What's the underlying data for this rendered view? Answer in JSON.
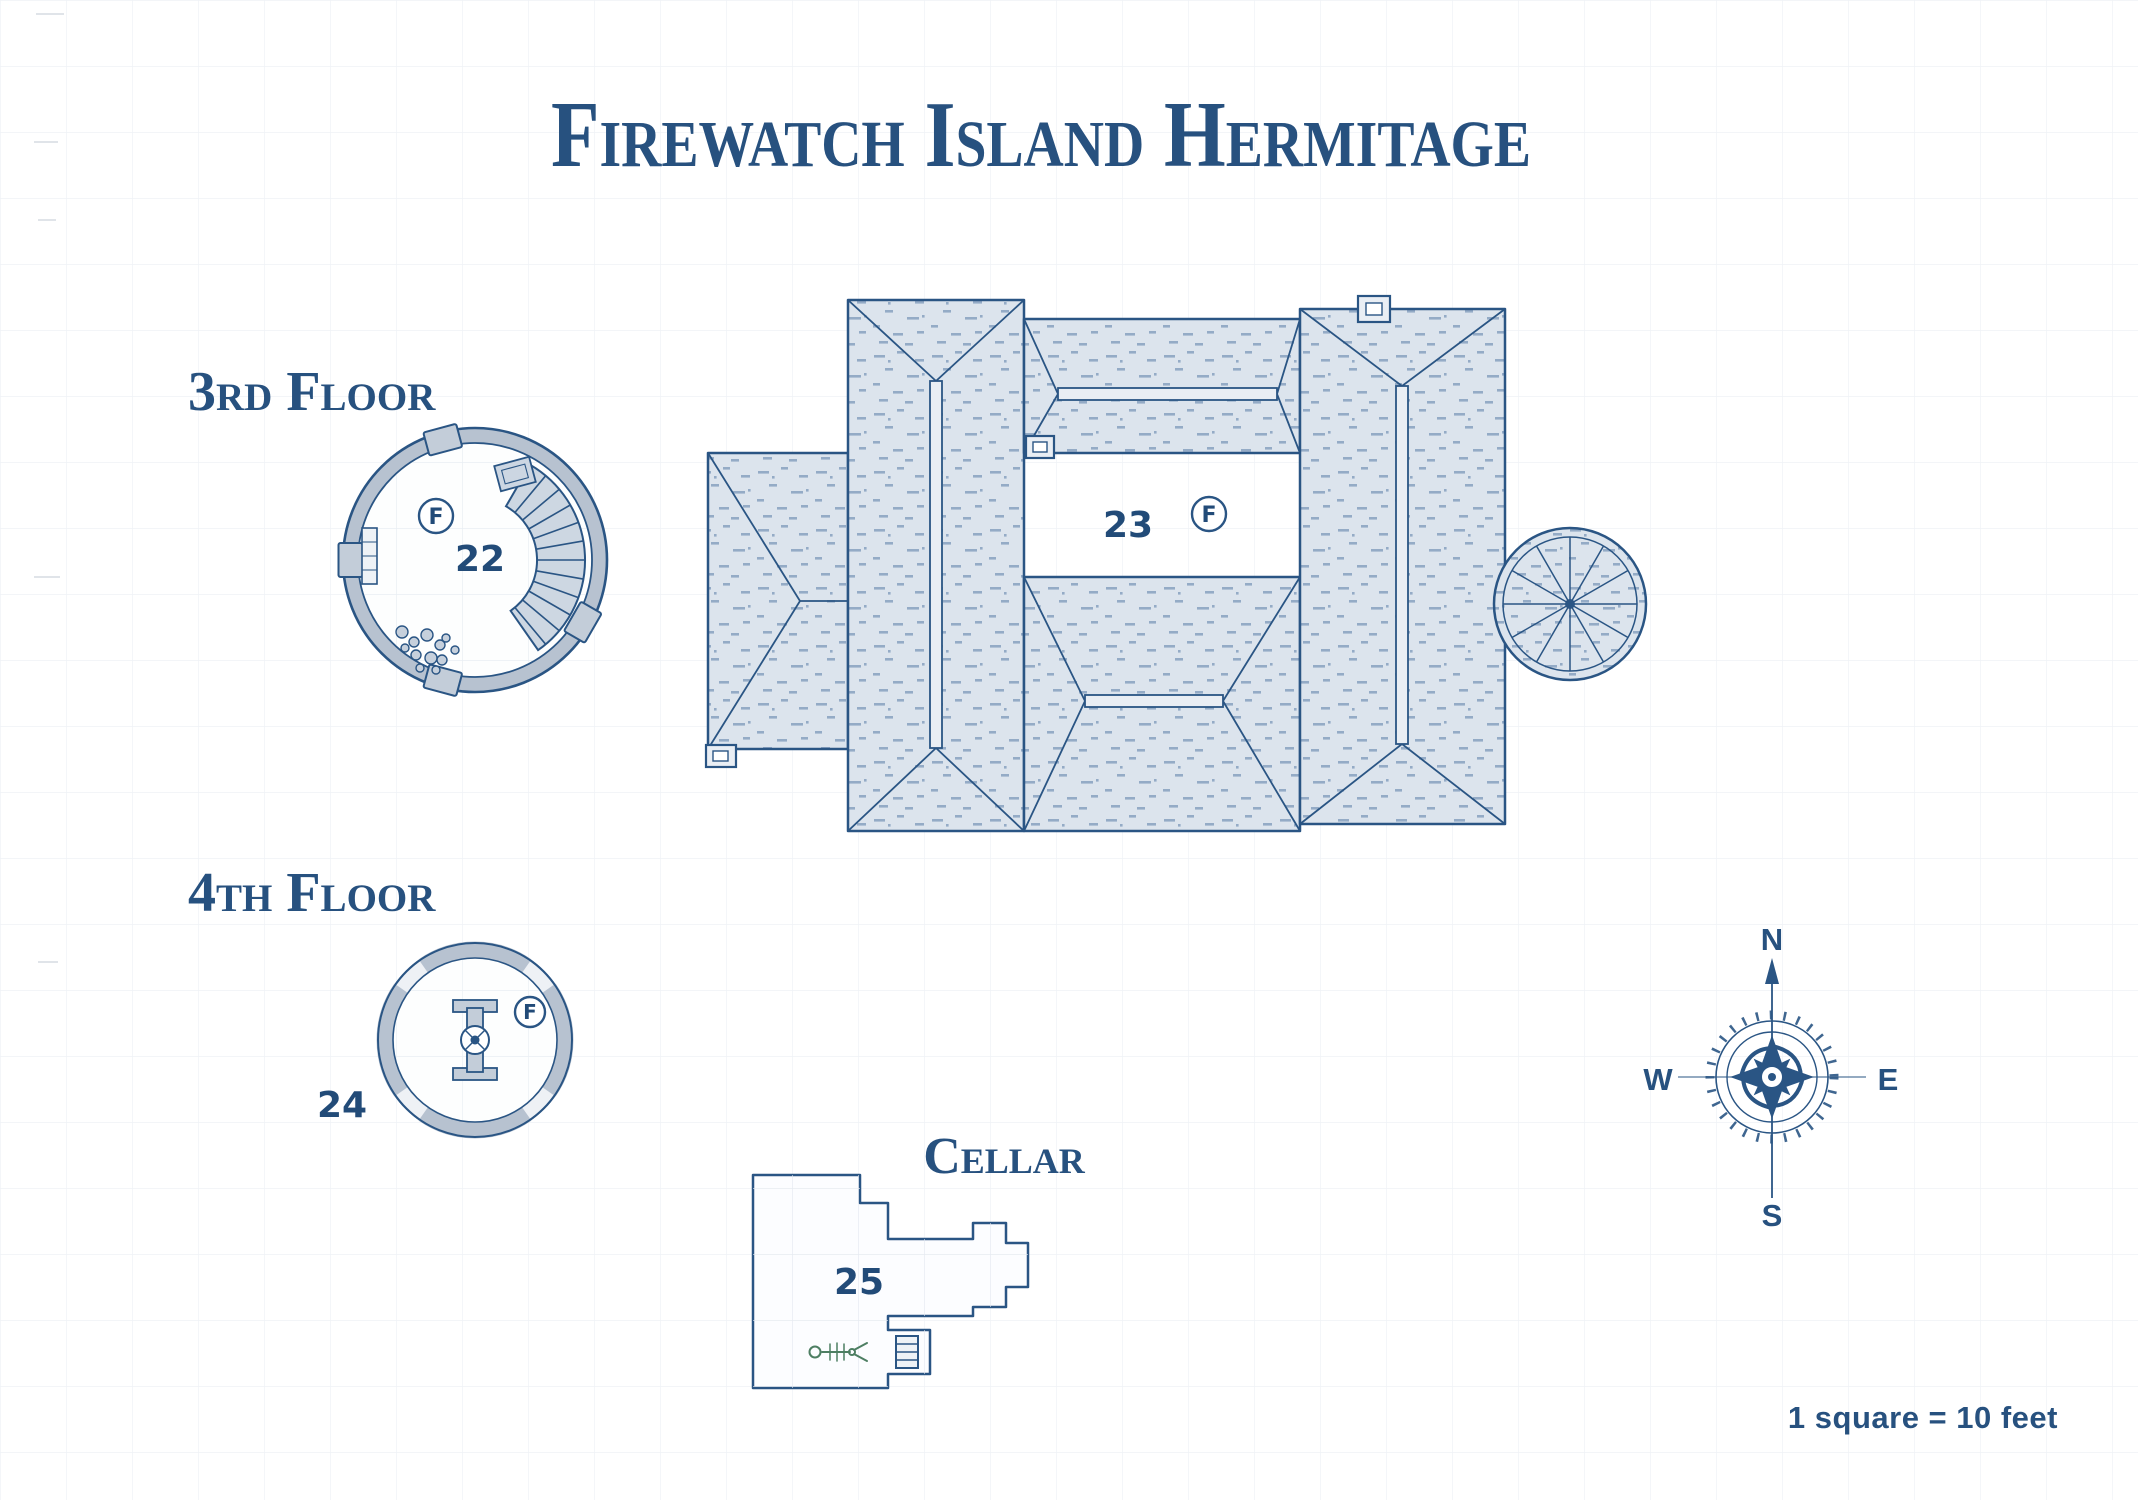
{
  "title": "Firewatch Island Hermitage",
  "sections": {
    "third_floor": {
      "label": "3rd Floor",
      "room_number": "22",
      "marker": "F"
    },
    "main_roof": {
      "room_number": "23",
      "marker": "F"
    },
    "fourth_floor": {
      "label": "4th Floor",
      "room_number": "24",
      "marker": "F"
    },
    "cellar": {
      "label": "Cellar",
      "room_number": "25"
    }
  },
  "compass": {
    "north": "N",
    "east": "E",
    "south": "S",
    "west": "W"
  },
  "scale_note": "1 square = 10 feet",
  "colors": {
    "ink": "#2a5584",
    "heading_text": "#27517f",
    "roof_fill": "#dce4ed",
    "wall_fill": "#b7c2d0",
    "grid_line": "#e2e8ef",
    "skeleton_green": "#4d7e62"
  }
}
